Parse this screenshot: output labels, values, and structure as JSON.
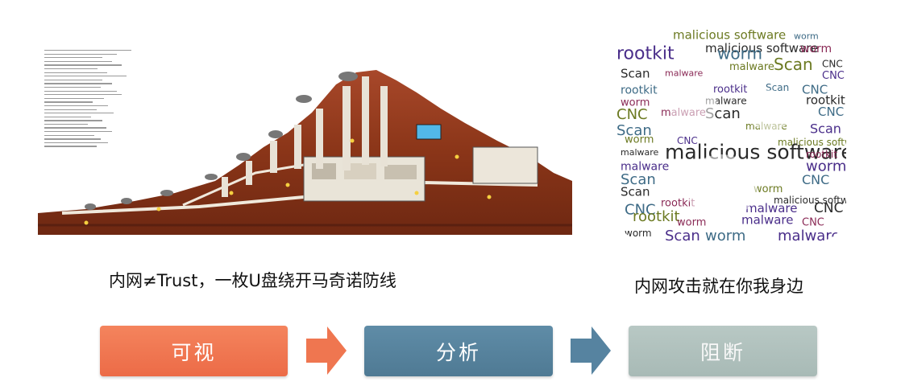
{
  "captions": {
    "left": "内网≠Trust，一枚U盘绕开马奇诺防线",
    "right": "内网攻击就在你我身边"
  },
  "steps": [
    {
      "label": "可视",
      "color": "#ef7650"
    },
    {
      "label": "分析",
      "color": "#5683a0"
    },
    {
      "label": "阻断",
      "color": "#b0c2be"
    }
  ],
  "arrow_colors": [
    "#ef7650",
    "#5683a0"
  ],
  "wordcloud": {
    "words": [
      "malicious software",
      "worm",
      "rootkit",
      "Scan",
      "malware",
      "CNC"
    ],
    "colors": [
      "#3e6b86",
      "#6c7a22",
      "#4a2e8a",
      "#2a2a2a",
      "#8a2a56"
    ]
  }
}
